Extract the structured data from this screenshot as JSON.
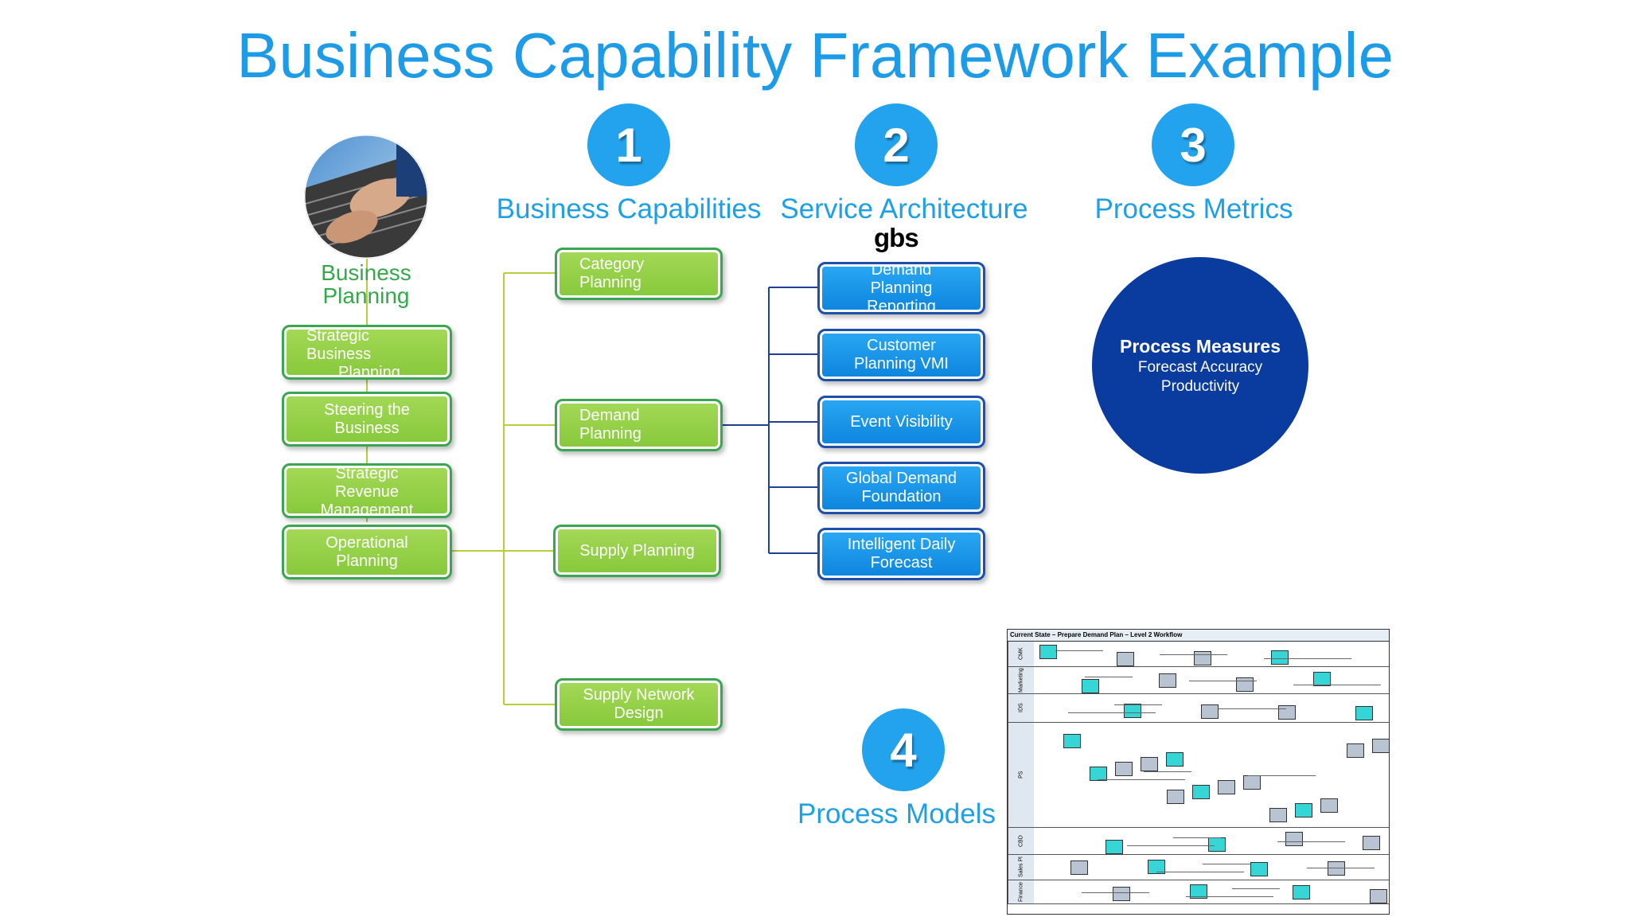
{
  "title": "Business Capability Framework Example",
  "business_planning": {
    "label_line1": "Business",
    "label_line2": "Planning",
    "items": [
      {
        "lines": [
          "Strategic",
          "Business",
          "Planning"
        ]
      },
      {
        "lines": [
          "Steering the",
          "Business"
        ]
      },
      {
        "lines": [
          "Strategic",
          "Revenue",
          "Management"
        ]
      },
      {
        "lines": [
          "Operational",
          "Planning"
        ]
      }
    ]
  },
  "columns": [
    {
      "number": "1",
      "label": "Business Capabilities"
    },
    {
      "number": "2",
      "label": "Service Architecture"
    },
    {
      "number": "3",
      "label": "Process Metrics"
    }
  ],
  "capabilities": [
    {
      "lines": [
        "Category",
        "Planning"
      ]
    },
    {
      "lines": [
        "Demand",
        "Planning"
      ]
    },
    {
      "lines": [
        "Supply Planning"
      ]
    },
    {
      "lines": [
        "Supply Network",
        "Design"
      ]
    }
  ],
  "services_logo": "gbs",
  "services": [
    {
      "lines": [
        "Demand",
        "Planning",
        "Reporting"
      ]
    },
    {
      "lines": [
        "Customer",
        "Planning VMI"
      ]
    },
    {
      "lines": [
        "Event Visibility"
      ]
    },
    {
      "lines": [
        "Global Demand",
        "Foundation"
      ]
    },
    {
      "lines": [
        "Intelligent Daily",
        "Forecast"
      ]
    }
  ],
  "metrics": {
    "heading": "Process Measures",
    "items": [
      "Forecast Accuracy",
      "Productivity"
    ]
  },
  "process_models": {
    "number": "4",
    "label": "Process Models",
    "workflow_title": "Current State – Prepare Demand Plan – Level 2 Workflow",
    "lanes": [
      "CMK",
      "Marketing",
      "IDS",
      "PS",
      "CBD",
      "Sales Pl",
      "Finance"
    ]
  },
  "colors": {
    "title_blue": "#1e9be6",
    "green_box": "#8cd044",
    "blue_box": "#1894e8",
    "navy_circle": "#0a3b9f",
    "green_connector": "#b6cf3a",
    "navy_connector": "#1f3f99"
  }
}
